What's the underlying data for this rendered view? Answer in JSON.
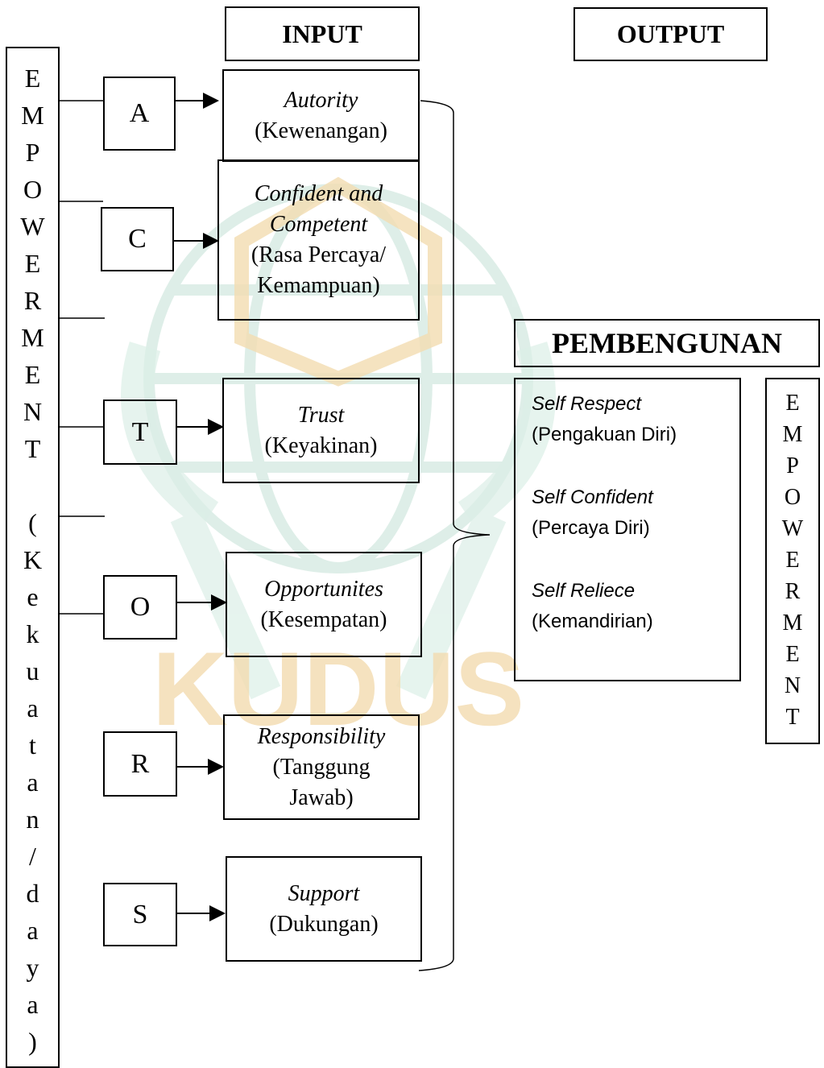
{
  "headers": {
    "input": "INPUT",
    "output": "OUTPUT"
  },
  "left_vertical": {
    "chars": [
      "E",
      "M",
      "P",
      "O",
      "W",
      "E",
      "R",
      "M",
      "E",
      "N",
      "T",
      "",
      "(",
      "K",
      "e",
      "k",
      "u",
      "a",
      "t",
      "a",
      "n",
      "/",
      "d",
      "a",
      "y",
      "a",
      ")"
    ]
  },
  "inputs": [
    {
      "letter": "A",
      "title": "Autority",
      "lines": [
        "(Kewenangan)"
      ]
    },
    {
      "letter": "C",
      "title": "Confident and Competent",
      "lines": [
        "(Rasa Percaya/",
        "Kemampuan)"
      ]
    },
    {
      "letter": "T",
      "title": "Trust",
      "lines": [
        "(Keyakinan)"
      ]
    },
    {
      "letter": "O",
      "title": "Opportunites",
      "lines": [
        "(Kesempatan)"
      ]
    },
    {
      "letter": "R",
      "title": "Responsibility",
      "lines": [
        "(Tanggung",
        "Jawab)"
      ]
    },
    {
      "letter": "S",
      "title": "Support",
      "lines": [
        "(Dukungan)"
      ]
    }
  ],
  "output": {
    "title": "PEMBENGUNAN",
    "items": [
      {
        "title": "Self Respect",
        "desc": "(Pengakuan Diri)"
      },
      {
        "title": "Self Confident",
        "desc": "(Percaya Diri)"
      },
      {
        "title": "Self Reliece",
        "desc": "(Kemandirian)"
      }
    ]
  },
  "right_vertical": {
    "chars": [
      "E",
      "M",
      "P",
      "O",
      "W",
      "E",
      "R",
      "M",
      "E",
      "N",
      "T"
    ]
  },
  "watermark": {
    "text": "KUDUS",
    "color": "#f3dcb0",
    "green": "#d7ebe3"
  }
}
